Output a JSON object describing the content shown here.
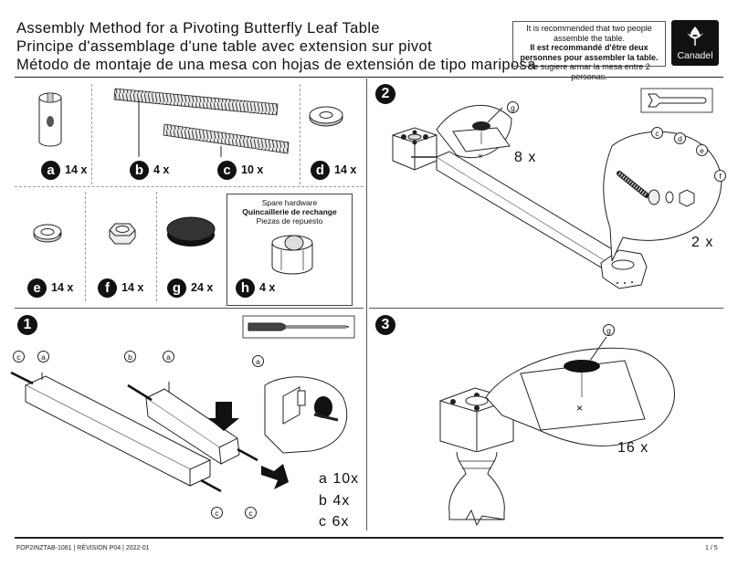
{
  "header": {
    "title_en": "Assembly Method for a Pivoting Butterfly Leaf Table",
    "title_fr": "Principe d'assemblage d'une table avec extension sur pivot",
    "title_es": "Método de montaje de una mesa con hojas de extensión de tipo mariposa",
    "notice_line1": "It is recommended that two people",
    "notice_line2": "assemble the table.",
    "notice_line3": "Il est recommandé d'être deux",
    "notice_line4": "personnes pour assembler la table.",
    "notice_line5": "Se sugiere armar la mesa entre 2 personas.",
    "logo_text": "Canadel"
  },
  "parts": {
    "a": {
      "letter": "a",
      "qty": "14 x"
    },
    "b": {
      "letter": "b",
      "qty": "4 x"
    },
    "c": {
      "letter": "c",
      "qty": "10 x"
    },
    "d": {
      "letter": "d",
      "qty": "14 x"
    },
    "e": {
      "letter": "e",
      "qty": "14 x"
    },
    "f": {
      "letter": "f",
      "qty": "14 x"
    },
    "g": {
      "letter": "g",
      "qty": "24 x"
    },
    "h": {
      "letter": "h",
      "qty": "4 x"
    }
  },
  "spare": {
    "line_en": "Spare hardware",
    "line_fr": "Quincaillerie de rechange",
    "line_es": "Piezas de repuesto"
  },
  "steps": {
    "s1": {
      "number": "1",
      "count_a": "a 10x",
      "count_b": "b 4x",
      "count_c": "c 6x"
    },
    "s2": {
      "number": "2",
      "count_g": "8 x",
      "count_hex": "2 x"
    },
    "s3": {
      "number": "3",
      "count_g": "16 x"
    }
  },
  "labels": {
    "a": "a",
    "b": "b",
    "c": "c",
    "d": "d",
    "e": "e",
    "f": "f",
    "g": "g"
  },
  "footer": {
    "left": "FOP2INZTAB-1081  |  RÉVISION P04  |  2022-01",
    "right": "1 / 5"
  }
}
